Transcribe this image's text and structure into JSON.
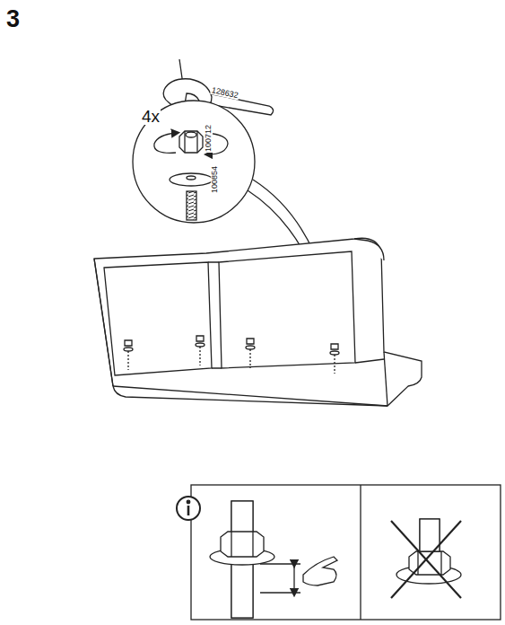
{
  "diagram": {
    "labels": [
      "3",
      "4x",
      "128632",
      "100712",
      "100854"
    ]
  }
}
